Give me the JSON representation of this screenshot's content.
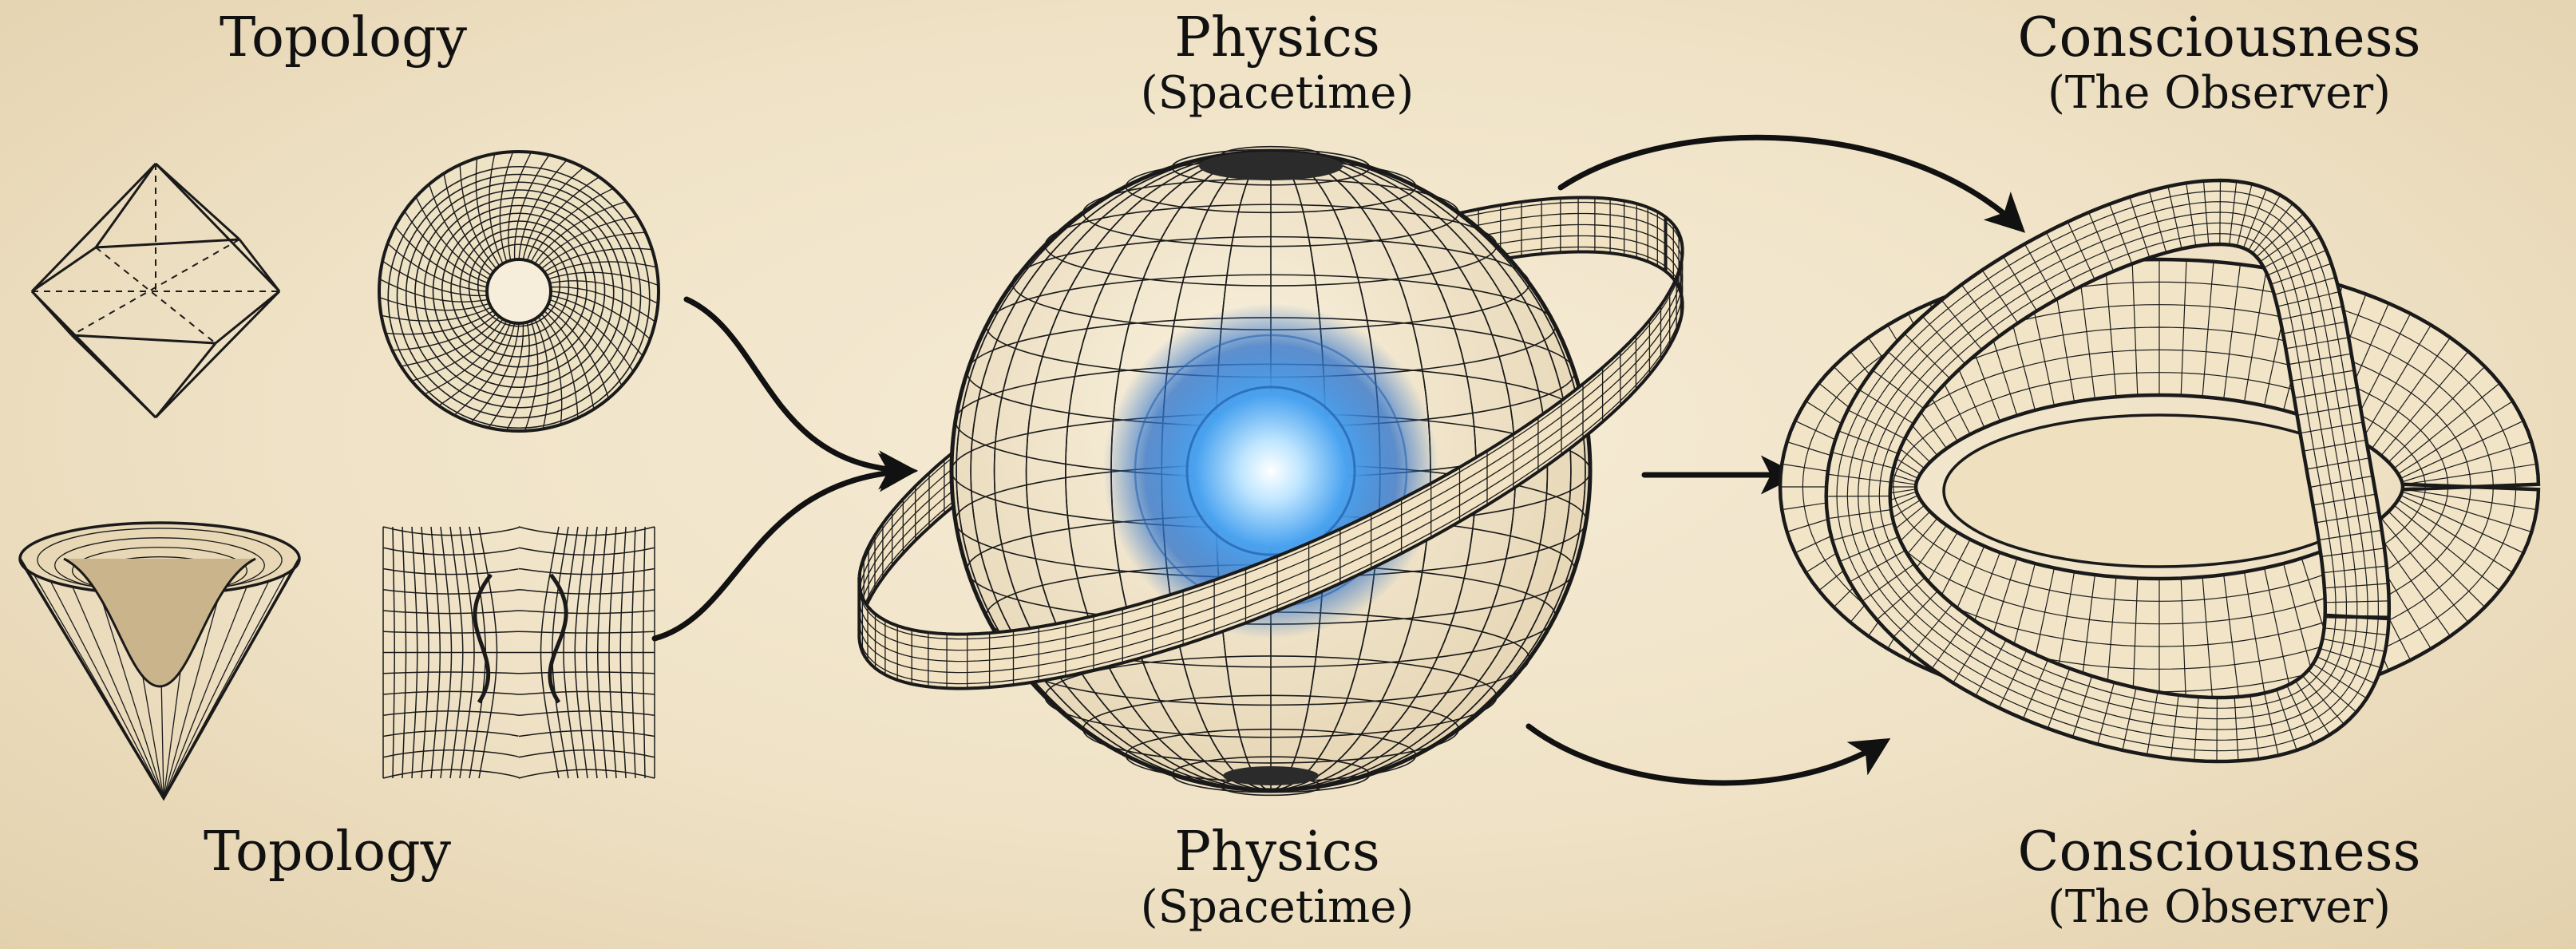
{
  "labels": {
    "topology_top": "Topology",
    "topology_bottom": "Topology",
    "physics_top": "Physics",
    "physics_top_sub": "(Spacetime)",
    "physics_bottom": "Physics",
    "physics_bottom_sub": "(Spacetime)",
    "consciousness_top": "Consciousness",
    "consciousness_top_sub": "(The Observer)",
    "consciousness_bottom": "Consciousness",
    "consciousness_bottom_sub": "(The Observer)"
  },
  "colors": {
    "ink": "#1a1a1a",
    "paper": "#f1e5cb",
    "surface": "#f3e6c8",
    "core_glow": "#3b8fe6",
    "core_center": "#e8f6ff"
  }
}
